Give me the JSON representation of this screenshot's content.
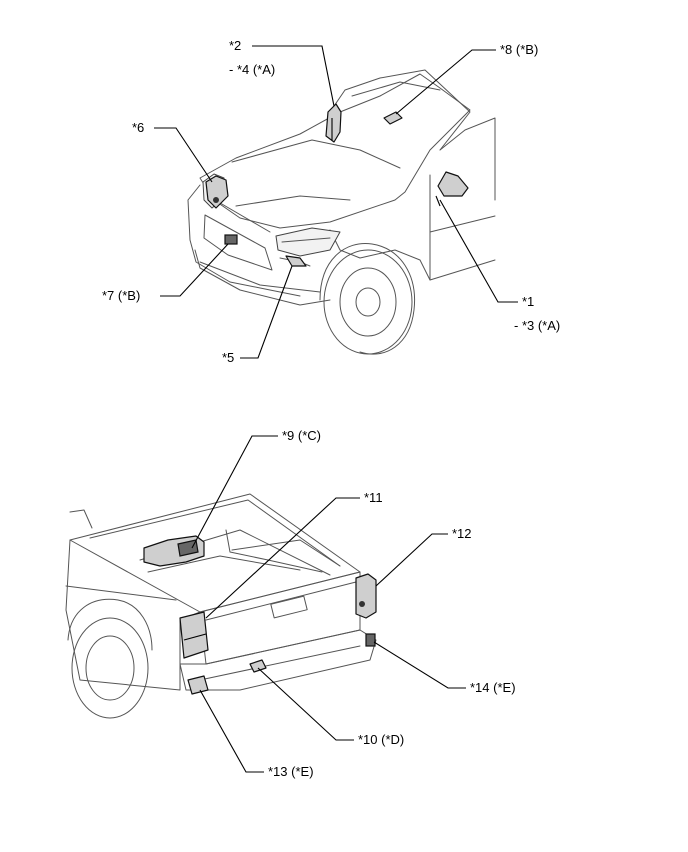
{
  "callouts": {
    "c1": "*1",
    "c3": "- *3 (*A)",
    "c2": "*2",
    "c4": "- *4 (*A)",
    "c5": "*5",
    "c6": "*6",
    "c7": "*7 (*B)",
    "c8": "*8 (*B)",
    "c9": "*9 (*C)",
    "c10": "*10 (*D)",
    "c11": "*11",
    "c12": "*12",
    "c13": "*13 (*E)",
    "c14": "*14 (*E)"
  }
}
